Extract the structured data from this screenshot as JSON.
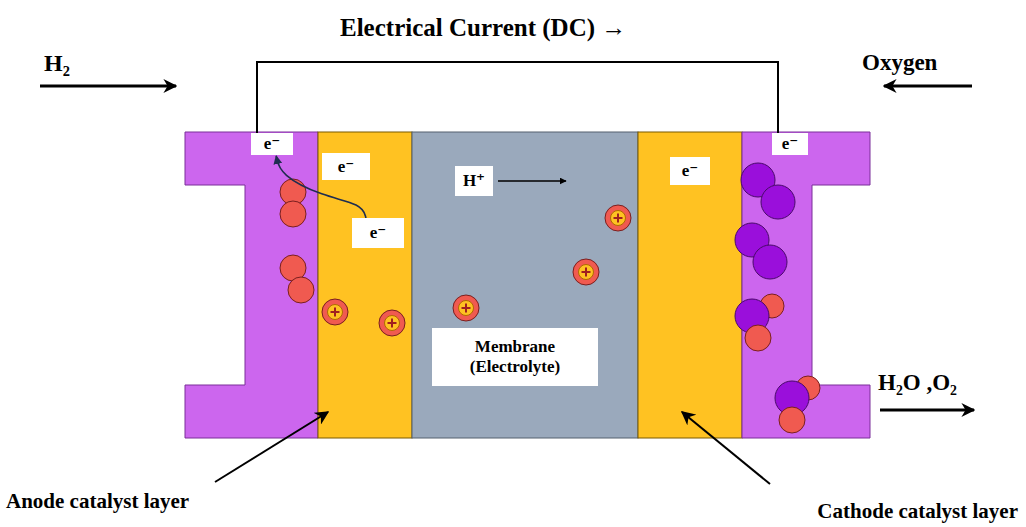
{
  "diagram": {
    "title": "Electrical Current (DC) →",
    "nodes": [
      {
        "text": [
          "e⁻"
        ]
      },
      {
        "text": [
          "e⁻"
        ]
      },
      {
        "text": [
          "e⁻"
        ]
      },
      {
        "text": [
          "H⁺"
        ]
      },
      {
        "text": [
          "Membrane (Electrolyte)"
        ]
      },
      {
        "text": [
          "e⁻"
        ]
      },
      {
        "text": [
          "e⁻"
        ]
      }
    ],
    "edges": [
      {
        "from": 2,
        "to": 0,
        "arrow": "to"
      },
      {
        "from": 0,
        "to": 6,
        "arrow": "none"
      }
    ],
    "labels": [
      "H₂",
      "Oxygen",
      "H₂O ,O₂",
      "Anode catalyst layer",
      "Cathode catalyst layer"
    ]
  }
}
